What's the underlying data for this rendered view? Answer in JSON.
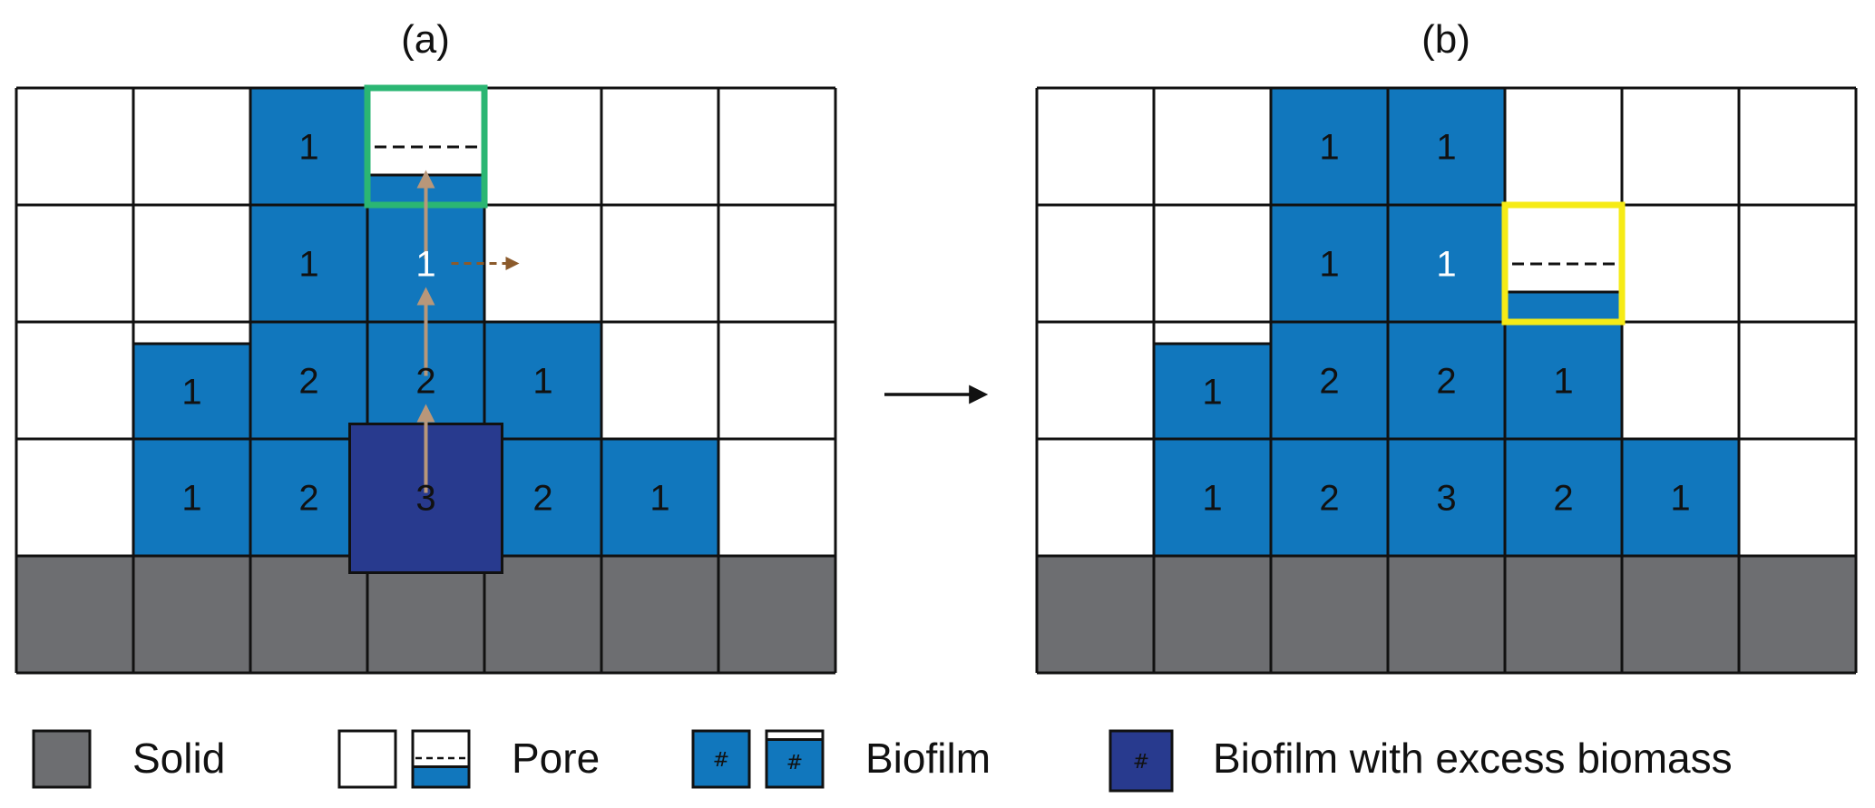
{
  "colors": {
    "solid": "#6d6e71",
    "pore": "#ffffff",
    "biofilm": "#1177bd",
    "excess": "#283a8e",
    "grid": "#111111",
    "arrow": "#b8977a",
    "dashed_arrow": "#8b5a2b",
    "highlight_a": "#2bb673",
    "highlight_b": "#f6eb16"
  },
  "panels": [
    {
      "label": "(a)",
      "cells": [
        [
          "pore",
          "pore",
          "biofilm:1",
          "partial",
          "pore",
          "pore",
          "pore"
        ],
        [
          "pore",
          "pore",
          "biofilm:1",
          "biofilm:1",
          "pore",
          "pore",
          "pore"
        ],
        [
          "pore",
          "biofilm-top:1",
          "biofilm:2",
          "biofilm:2",
          "biofilm:1",
          "pore",
          "pore"
        ],
        [
          "pore",
          "biofilm:1",
          "biofilm:2",
          "excess:3",
          "biofilm:2",
          "biofilm:1",
          "pore"
        ],
        [
          "solid",
          "solid",
          "solid",
          "solid",
          "solid",
          "solid",
          "solid"
        ]
      ],
      "white_numbers": [
        [
          1,
          3
        ]
      ],
      "highlight": {
        "row": 0,
        "col": 3,
        "color": "#2bb673"
      },
      "arrows": [
        {
          "from": [
            3,
            3
          ],
          "to": [
            2,
            3
          ],
          "style": "solid"
        },
        {
          "from": [
            2,
            3
          ],
          "to": [
            1,
            3
          ],
          "style": "solid"
        },
        {
          "from": [
            1,
            3
          ],
          "to": [
            0,
            3
          ],
          "style": "solid"
        },
        {
          "from": [
            1,
            3
          ],
          "to": [
            1,
            4
          ],
          "style": "dashed"
        }
      ]
    },
    {
      "label": "(b)",
      "cells": [
        [
          "pore",
          "pore",
          "biofilm:1",
          "biofilm:1",
          "pore",
          "pore",
          "pore"
        ],
        [
          "pore",
          "pore",
          "biofilm:1",
          "biofilm:1",
          "partial",
          "pore",
          "pore"
        ],
        [
          "pore",
          "biofilm-top:1",
          "biofilm:2",
          "biofilm:2",
          "biofilm:1",
          "pore",
          "pore"
        ],
        [
          "pore",
          "biofilm:1",
          "biofilm:2",
          "biofilm:3",
          "biofilm:2",
          "biofilm:1",
          "pore"
        ],
        [
          "solid",
          "solid",
          "solid",
          "solid",
          "solid",
          "solid",
          "solid"
        ]
      ],
      "white_numbers": [
        [
          1,
          3
        ]
      ],
      "highlight": {
        "row": 1,
        "col": 4,
        "color": "#f6eb16"
      }
    }
  ],
  "legend": {
    "solid": "Solid",
    "pore": "Pore",
    "biofilm": "Biofilm",
    "excess": "Biofilm with excess biomass",
    "hash_symbol": "#"
  }
}
